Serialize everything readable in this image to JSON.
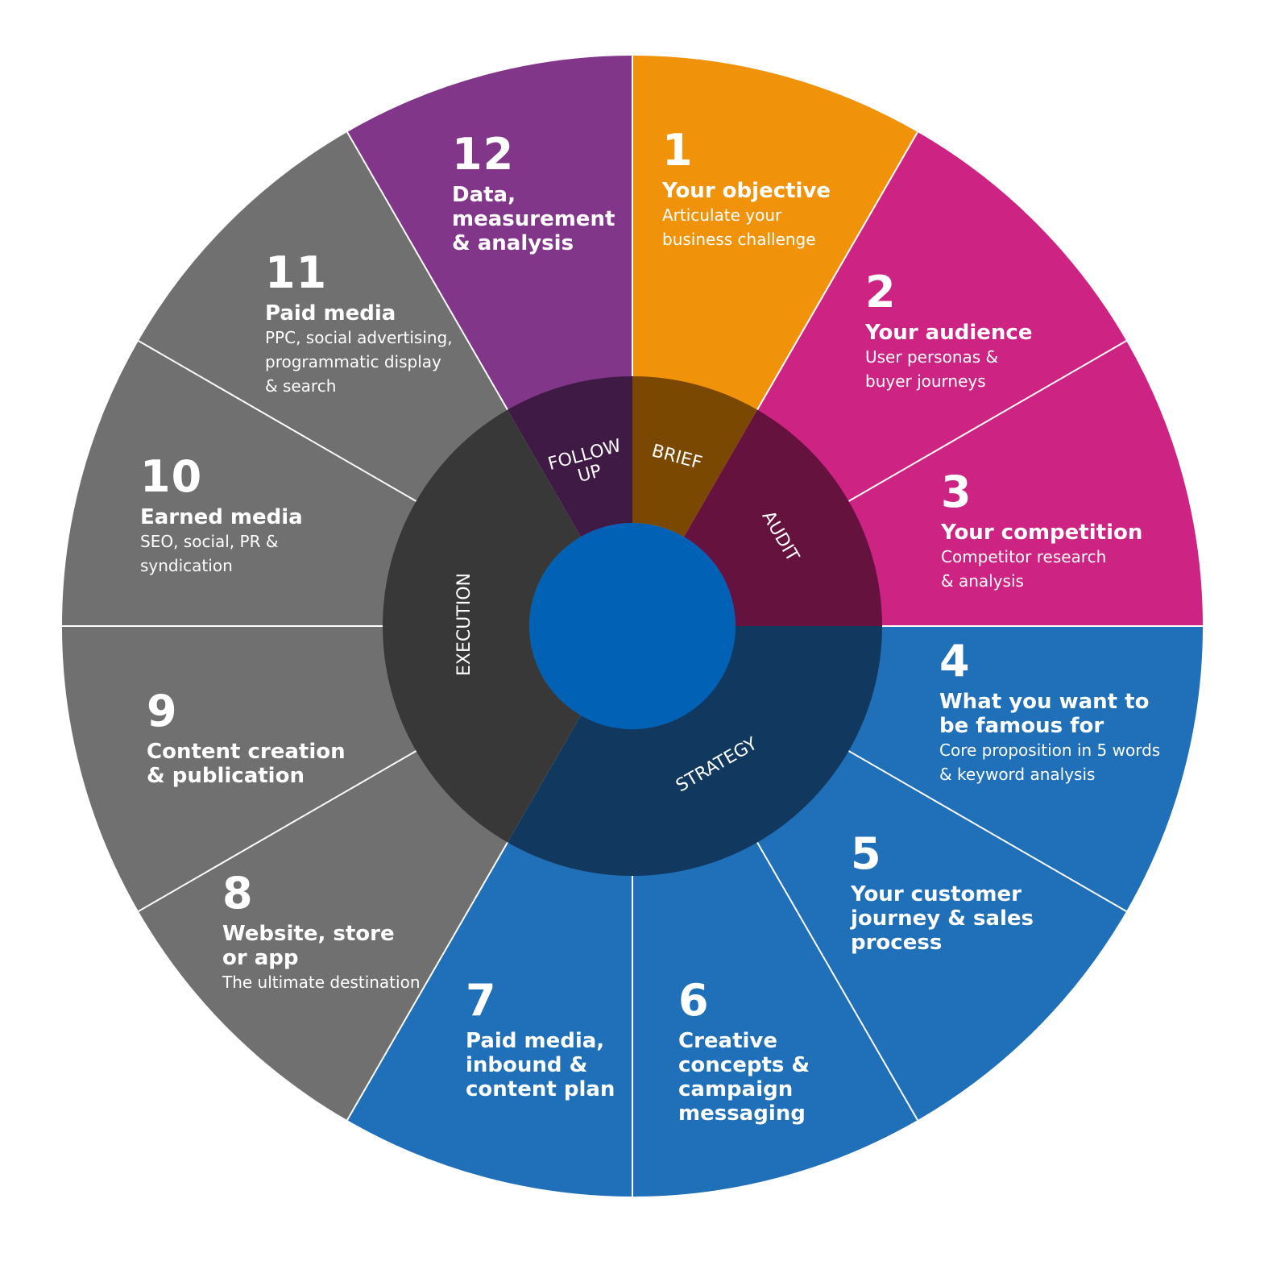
{
  "colors": {
    "orange": "#F0920A",
    "magenta": "#CD2382",
    "blue": "#1F70B8",
    "grey": "#707070",
    "purple": "#823689",
    "brief_dark": "#7A4800",
    "audit_dark": "#66123F",
    "strategy_dark": "#11385E",
    "execution_dark": "#383838",
    "followup_dark": "#3E1A45",
    "center": "#0061B5",
    "divider": "#ffffff"
  },
  "segments": [
    {
      "number": "1",
      "title": "Your objective",
      "desc": "Articulate your\nbusiness challenge",
      "color": "orange"
    },
    {
      "number": "2",
      "title": "Your audience",
      "desc": "User personas &\nbuyer journeys",
      "color": "magenta"
    },
    {
      "number": "3",
      "title": "Your competition",
      "desc": "Competitor research\n& analysis",
      "color": "magenta"
    },
    {
      "number": "4",
      "title": "What you want to\nbe famous for",
      "desc": "Core proposition in 5 words\n& keyword analysis",
      "color": "blue"
    },
    {
      "number": "5",
      "title": "Your customer\njourney & sales\nprocess",
      "desc": "",
      "color": "blue"
    },
    {
      "number": "6",
      "title": "Creative\nconcepts &\ncampaign\nmessaging",
      "desc": "",
      "color": "blue"
    },
    {
      "number": "7",
      "title": "Paid media,\ninbound &\ncontent plan",
      "desc": "",
      "color": "blue"
    },
    {
      "number": "8",
      "title": "Website, store\nor app",
      "desc": "The ultimate destination",
      "color": "grey"
    },
    {
      "number": "9",
      "title": "Content creation\n& publication",
      "desc": "",
      "color": "grey"
    },
    {
      "number": "10",
      "title": "Earned media",
      "desc": "SEO, social, PR &\nsyndication",
      "color": "grey"
    },
    {
      "number": "11",
      "title": "Paid media",
      "desc": "PPC, social advertising,\nprogrammatic display\n& search",
      "color": "grey"
    },
    {
      "number": "12",
      "title": "Data,\nmeasurement\n& analysis",
      "desc": "",
      "color": "purple"
    }
  ],
  "phases": [
    {
      "label": "BRIEF",
      "color": "brief_dark"
    },
    {
      "label": "AUDIT",
      "color": "audit_dark"
    },
    {
      "label": "STRATEGY",
      "color": "strategy_dark"
    },
    {
      "label": "EXECUTION",
      "color": "execution_dark"
    },
    {
      "label": "FOLLOW\nUP",
      "color": "followup_dark"
    }
  ]
}
